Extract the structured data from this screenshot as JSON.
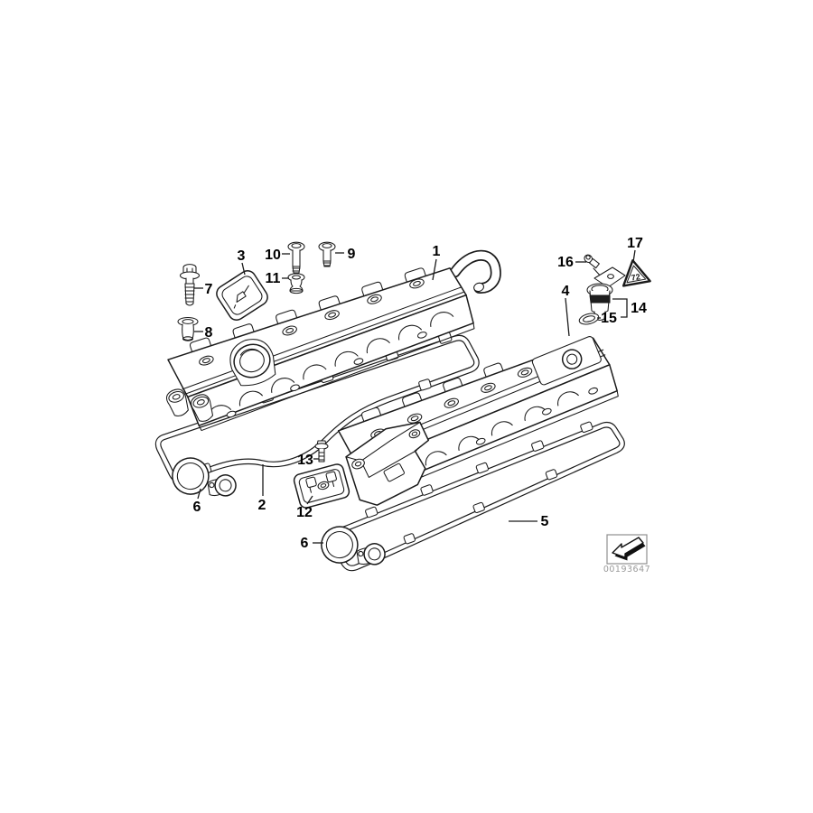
{
  "callouts": [
    {
      "label": "7"
    },
    {
      "label": "8"
    },
    {
      "label": "3"
    },
    {
      "label": "10"
    },
    {
      "label": "11"
    },
    {
      "label": "9"
    },
    {
      "label": "1"
    },
    {
      "label": "2"
    },
    {
      "label": "6"
    },
    {
      "label": "13"
    },
    {
      "label": "12"
    },
    {
      "label": "6"
    },
    {
      "label": "5"
    },
    {
      "label": "4"
    },
    {
      "label": "16"
    },
    {
      "label": "17"
    },
    {
      "label": "14"
    },
    {
      "label": "15"
    }
  ],
  "warning_triangle": {
    "glyph": "72"
  },
  "watermark": {
    "code": "00193647",
    "icon": "direction-arrow-bottom-left"
  },
  "colors": {
    "line": "#1a1a1a",
    "background": "#ffffff",
    "watermark_text": "#9a9a9a",
    "watermark_border": "#8f8f8f"
  }
}
